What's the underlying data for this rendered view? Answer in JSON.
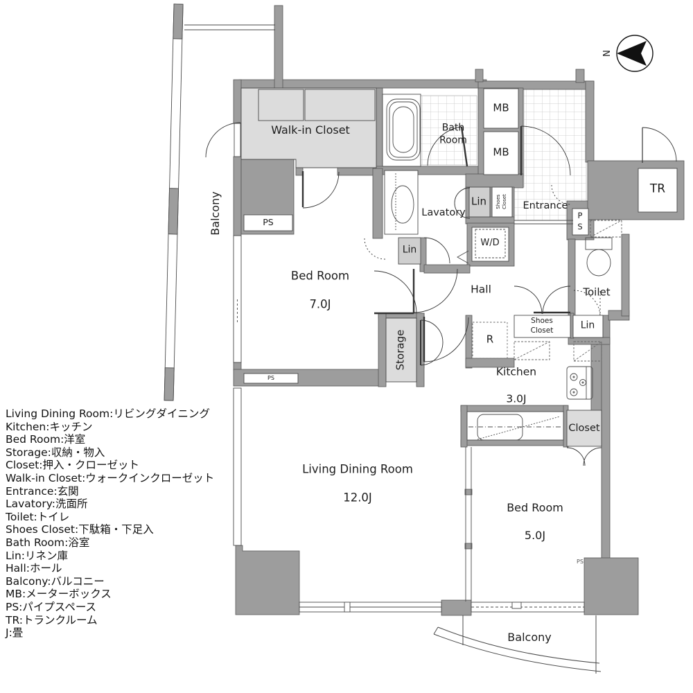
{
  "labels": {
    "walk_in_closet": "Walk-in Closet",
    "bath_room": "Bath\nRoom",
    "mb": "MB",
    "entrance": "Entrance",
    "tr": "TR",
    "ps": "PS",
    "ps_vertical": "P\nS",
    "lavatory": "Lavatory",
    "lin": "Lin",
    "shoes_closet": "Shoes\nCloset",
    "wd": "W/D",
    "bed7_name": "Bed Room",
    "bed7_size": "7.0J",
    "hall": "Hall",
    "toilet": "Toilet",
    "storage": "Storage",
    "refrigerator": "R",
    "kitchen_name": "Kitchen",
    "kitchen_size": "3.0J",
    "closet": "Closet",
    "ldk_name": "Living Dining Room",
    "ldk_size": "12.0J",
    "bed5_name": "Bed Room",
    "bed5_size": "5.0J",
    "balcony": "Balcony",
    "compass_n": "N"
  },
  "legend": [
    "Living Dining Room:リビングダイニング",
    "Kitchen:キッチン",
    "Bed Room:洋室",
    "Storage:収納・物入",
    "Closet:押入・クローゼット",
    "Walk-in Closet:ウォークインクローゼット",
    "Entrance:玄関",
    "Lavatory:洗面所",
    "Toilet:トイレ",
    "Shoes Closet:下駄箱・下足入",
    "Bath Room:浴室",
    "Lin:リネン庫",
    "Hall:ホール",
    "Balcony:バルコニー",
    "MB:メーターボックス",
    "PS:パイプスペース",
    "TR:トランクルーム",
    "J:畳"
  ],
  "colors": {
    "wall": "#9d9d9d",
    "closet_fill": "#dcdcdc",
    "lin_fill": "#cfcfcf",
    "line": "#4a4a4a"
  }
}
